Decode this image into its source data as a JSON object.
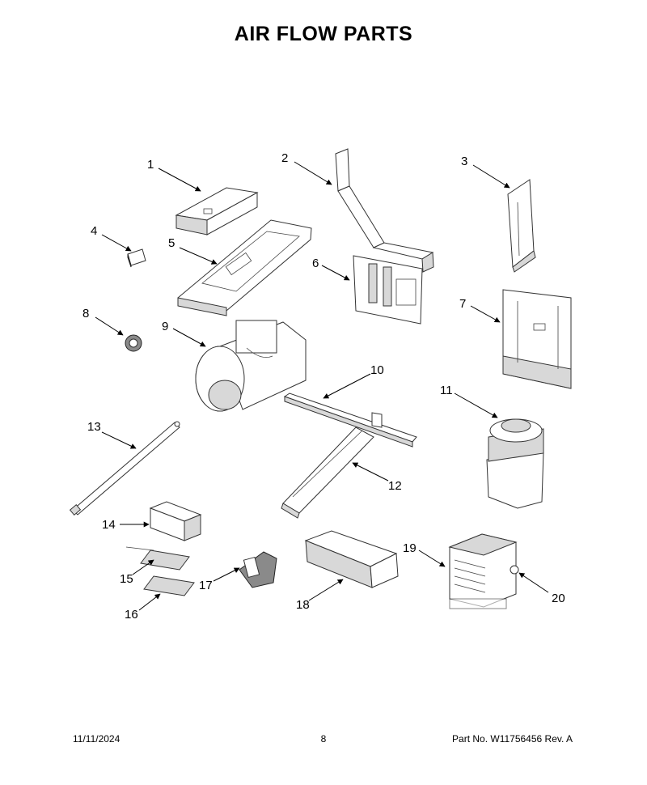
{
  "title": "AIR FLOW PARTS",
  "callouts": [
    "1",
    "2",
    "3",
    "4",
    "5",
    "6",
    "7",
    "8",
    "9",
    "10",
    "11",
    "12",
    "13",
    "14",
    "15",
    "16",
    "17",
    "18",
    "19",
    "20"
  ],
  "footer": {
    "date": "11/11/2024",
    "page": "8",
    "part_no": "Part No.  W11756456  Rev.  A"
  }
}
